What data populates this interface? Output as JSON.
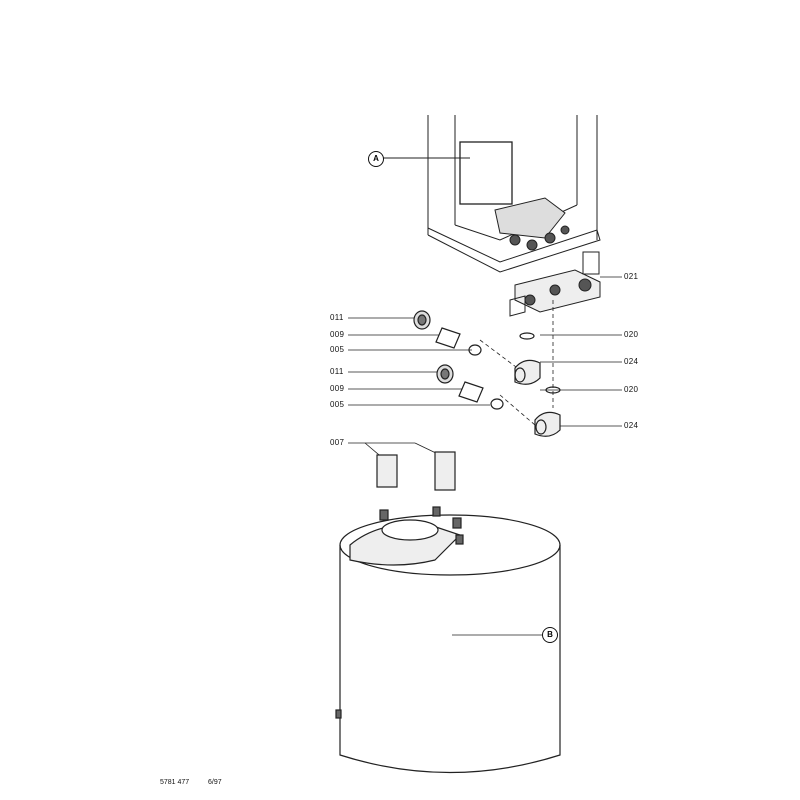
{
  "callouts": {
    "a": "A",
    "b": "B"
  },
  "parts": {
    "p021": "021",
    "p011a": "011",
    "p009a": "009",
    "p005a": "005",
    "p020a": "020",
    "p024a": "024",
    "p011b": "011",
    "p009b": "009",
    "p005b": "005",
    "p020b": "020",
    "p024b": "024",
    "p007": "007"
  },
  "footer": {
    "doc_number": "5781 477",
    "date": "6/97"
  }
}
